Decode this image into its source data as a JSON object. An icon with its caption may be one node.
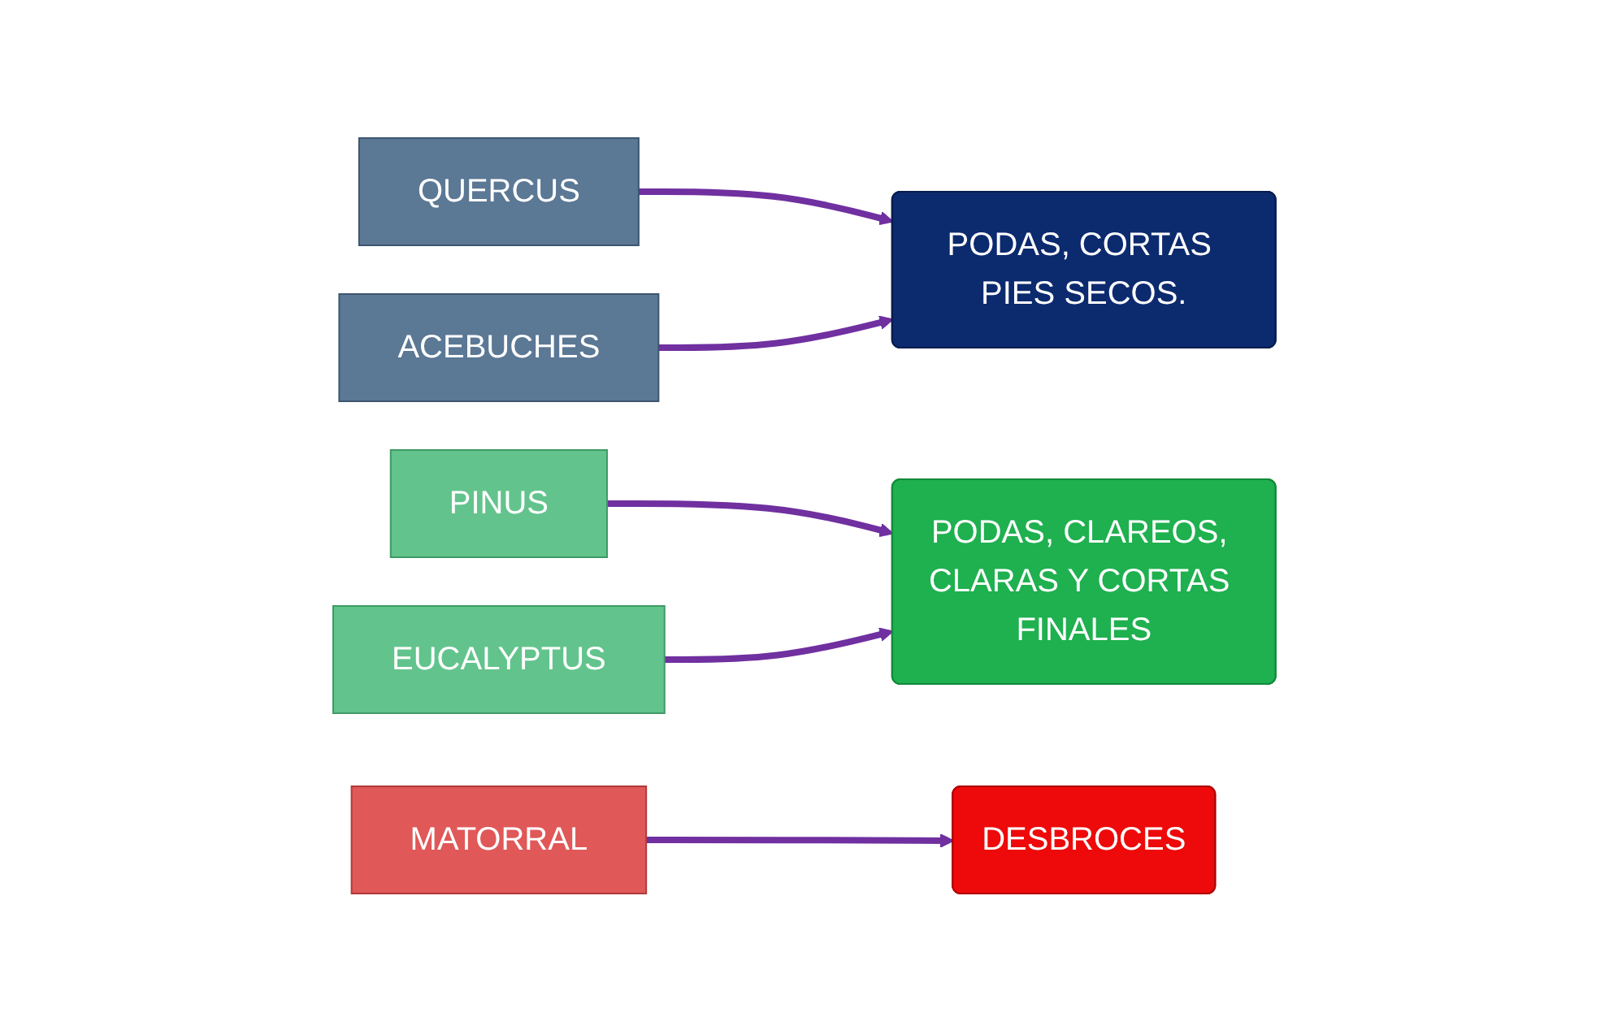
{
  "diagram": {
    "nodes": [
      {
        "text": [
          "QUERCUS"
        ]
      },
      {
        "text": [
          "ACEBUCHES"
        ]
      },
      {
        "text": [
          "PODAS, CORTAS PIES SECOS."
        ]
      },
      {
        "text": [
          "PINUS"
        ]
      },
      {
        "text": [
          "EUCALYPTUS"
        ]
      },
      {
        "text": [
          "PODAS, CLAREOS, CLARAS Y CORTAS FINALES"
        ]
      },
      {
        "text": [
          "MATORRAL"
        ]
      },
      {
        "text": [
          "DESBROCES"
        ]
      }
    ],
    "edges": [
      {
        "from": 0,
        "to": 2,
        "arrow": "to"
      },
      {
        "from": 1,
        "to": 2,
        "arrow": "to"
      },
      {
        "from": 3,
        "to": 5,
        "arrow": "to"
      },
      {
        "from": 4,
        "to": 5,
        "arrow": "to"
      },
      {
        "from": 6,
        "to": 7,
        "arrow": "to"
      }
    ]
  }
}
